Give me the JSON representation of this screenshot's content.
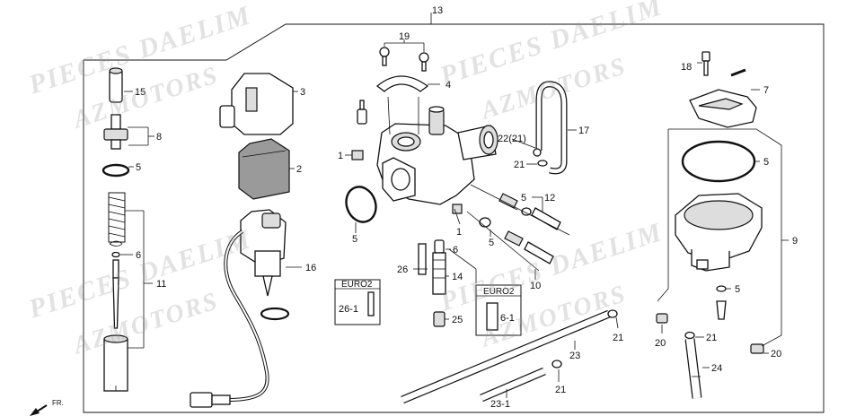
{
  "watermark": {
    "line1": "PIECES DAELIM",
    "line2": "AZMOTORS"
  },
  "assembly_number": "13",
  "euro_label": "EURO2",
  "direction_label": "FR.",
  "callouts": {
    "c1a": "1",
    "c1b": "1",
    "c2": "2",
    "c3": "3",
    "c4": "4",
    "c5a": "5",
    "c5b": "5",
    "c5c": "5",
    "c5d": "5",
    "c5e": "5",
    "c5f": "5",
    "c6a": "6",
    "c6b": "6",
    "c6c": "6-1",
    "c7": "7",
    "c8": "8",
    "c9": "9",
    "c10": "10",
    "c11": "11",
    "c12": "12",
    "c14": "14",
    "c15": "15",
    "c16": "16",
    "c17": "17",
    "c18": "18",
    "c19": "19",
    "c20a": "20",
    "c20b": "20",
    "c21a": "21",
    "c21b": "21",
    "c21c": "21",
    "c21d": "21",
    "c22": "22(21)",
    "c23": "23",
    "c23b": "23-1",
    "c24": "24",
    "c25": "25",
    "c26": "26",
    "c26b": "26-1"
  },
  "icons": [
    "fr-arrow-icon"
  ]
}
